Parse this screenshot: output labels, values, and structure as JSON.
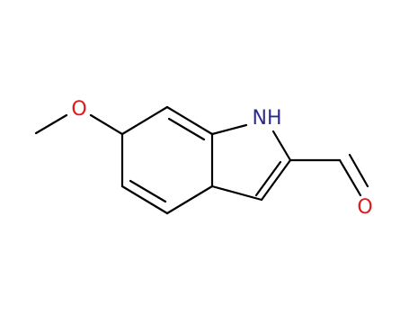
{
  "molecule": {
    "atoms": {
      "nitrogen_label": "NH",
      "ether_oxygen_label": "O",
      "carbonyl_oxygen_label": "O"
    },
    "colors": {
      "bond": "#000000",
      "nitrogen": "#2b2b8e",
      "oxygen": "#e0191c"
    }
  }
}
